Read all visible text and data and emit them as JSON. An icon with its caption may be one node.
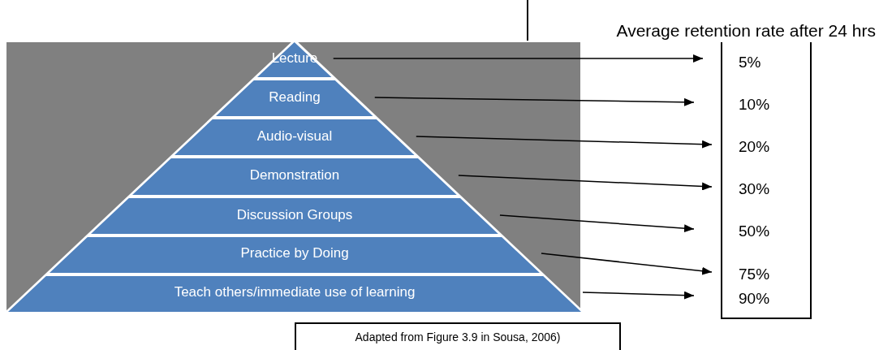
{
  "diagram": {
    "nodes": [
      {
        "text": [
          "Lecture"
        ]
      },
      {
        "text": [
          "Reading"
        ]
      },
      {
        "text": [
          "Audio-visual"
        ]
      },
      {
        "text": [
          "Demonstration"
        ]
      },
      {
        "text": [
          "Discussion Groups"
        ]
      },
      {
        "text": [
          "Practice by Doing"
        ]
      },
      {
        "text": [
          "Teach others/immediate use of learning"
        ]
      },
      {
        "text": [
          "Average retention rate after 24 hrs"
        ]
      },
      {
        "text": [
          "5%"
        ],
        "in": 7
      },
      {
        "text": [
          "10%"
        ],
        "in": 7
      },
      {
        "text": [
          "20%"
        ],
        "in": 7
      },
      {
        "text": [
          "30%"
        ],
        "in": 7
      },
      {
        "text": [
          "50%"
        ],
        "in": 7
      },
      {
        "text": [
          "75%"
        ],
        "in": 7
      },
      {
        "text": [
          "90%"
        ],
        "in": 7
      },
      {
        "text": [
          "Adapted from Figure 3.9 in Sousa, 2006)"
        ]
      }
    ],
    "edges": [
      {
        "from": 0,
        "to": 8,
        "arrow": "to"
      },
      {
        "from": 1,
        "to": 9,
        "arrow": "to"
      },
      {
        "from": 2,
        "to": 10,
        "arrow": "to"
      },
      {
        "from": 3,
        "to": 11,
        "arrow": "to"
      },
      {
        "from": 4,
        "to": 12,
        "arrow": "to"
      },
      {
        "from": 5,
        "to": 13,
        "arrow": "to"
      },
      {
        "from": 6,
        "to": 14,
        "arrow": "to"
      }
    ]
  }
}
